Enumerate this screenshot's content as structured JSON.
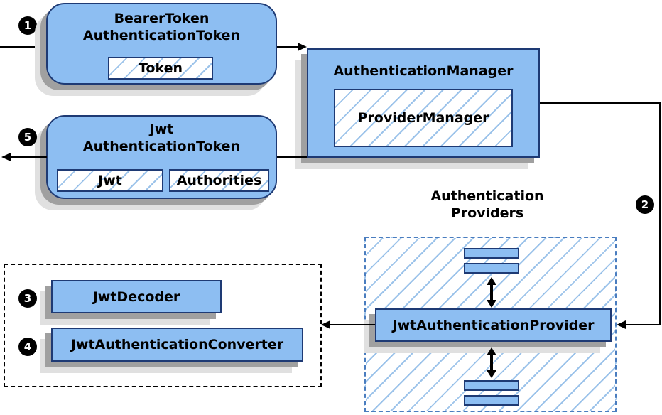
{
  "colors": {
    "node-fill": "#8dbef2",
    "node-border": "#1e3a74",
    "hatch-line": "#9cc3ea",
    "providers-border": "#4a7dbf",
    "shadow-dark": "#a0a0a0",
    "shadow-light": "#e0e0e0",
    "arrow": "#000000"
  },
  "badges": {
    "1": "1",
    "2": "2",
    "3": "3",
    "4": "4",
    "5": "5"
  },
  "nodes": {
    "bearer_token": {
      "line1": "BearerToken",
      "line2": "AuthenticationToken",
      "chip": "Token"
    },
    "manager": {
      "title": "AuthenticationManager",
      "chip": "ProviderManager"
    },
    "jwt_token": {
      "line1": "Jwt",
      "line2": "AuthenticationToken",
      "chip_jwt": "Jwt",
      "chip_authorities": "Authorities"
    },
    "providers": {
      "label_line1": "Authentication",
      "label_line2": "Providers",
      "provider": "JwtAuthenticationProvider"
    },
    "converters": {
      "decoder": "JwtDecoder",
      "converter": "JwtAuthenticationConverter"
    }
  }
}
